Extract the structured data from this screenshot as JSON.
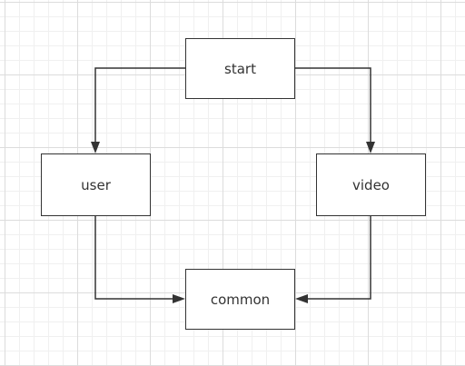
{
  "diagram": {
    "nodes": [
      {
        "id": "start",
        "label": "start"
      },
      {
        "id": "user",
        "label": "user"
      },
      {
        "id": "video",
        "label": "video"
      },
      {
        "id": "common",
        "label": "common"
      }
    ],
    "edges": [
      {
        "from": "start",
        "to": "user"
      },
      {
        "from": "start",
        "to": "video"
      },
      {
        "from": "user",
        "to": "common"
      },
      {
        "from": "video",
        "to": "common"
      }
    ],
    "colors": {
      "stroke": "#333333",
      "node_fill": "#ffffff",
      "grid_major": "#dcdcdc",
      "grid_minor": "#f0f0f0"
    }
  }
}
